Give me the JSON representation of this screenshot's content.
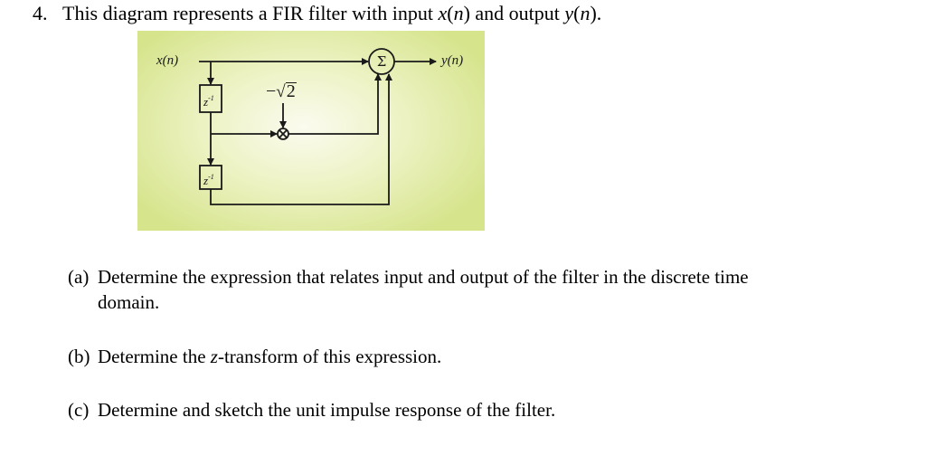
{
  "question": {
    "number": "4.",
    "text_prefix": "This diagram represents a FIR filter with input ",
    "input_symbol": "x",
    "input_arg_open": "(",
    "input_arg": "n",
    "input_arg_close": ")",
    "text_middle": " and output ",
    "output_symbol": "y",
    "output_arg_open": "(",
    "output_arg": "n",
    "output_arg_close": ")."
  },
  "diagram": {
    "background_colors": {
      "center": "#fbfbef",
      "edge": "#d6e48c"
    },
    "line_color": "#1a1a1a",
    "input_label": "x(n)",
    "output_label": "y(n)",
    "summer_symbol": "Σ",
    "multiplier_symbol": "⊗",
    "coefficient_sign": "−",
    "coefficient_radical": "√",
    "coefficient_value": "2",
    "delay_blocks": [
      {
        "base": "z",
        "exponent": "-1"
      },
      {
        "base": "z",
        "exponent": "-1"
      }
    ]
  },
  "parts": [
    {
      "tag": "(a)",
      "line1": "Determine the expression that relates input and output of the filter in the discrete time",
      "line2": "domain."
    },
    {
      "tag": "(b)",
      "prefix": "Determine the ",
      "italic": "z",
      "suffix": "-transform of this expression."
    },
    {
      "tag": "(c)",
      "line1": "Determine and sketch the unit impulse response of the filter."
    }
  ]
}
